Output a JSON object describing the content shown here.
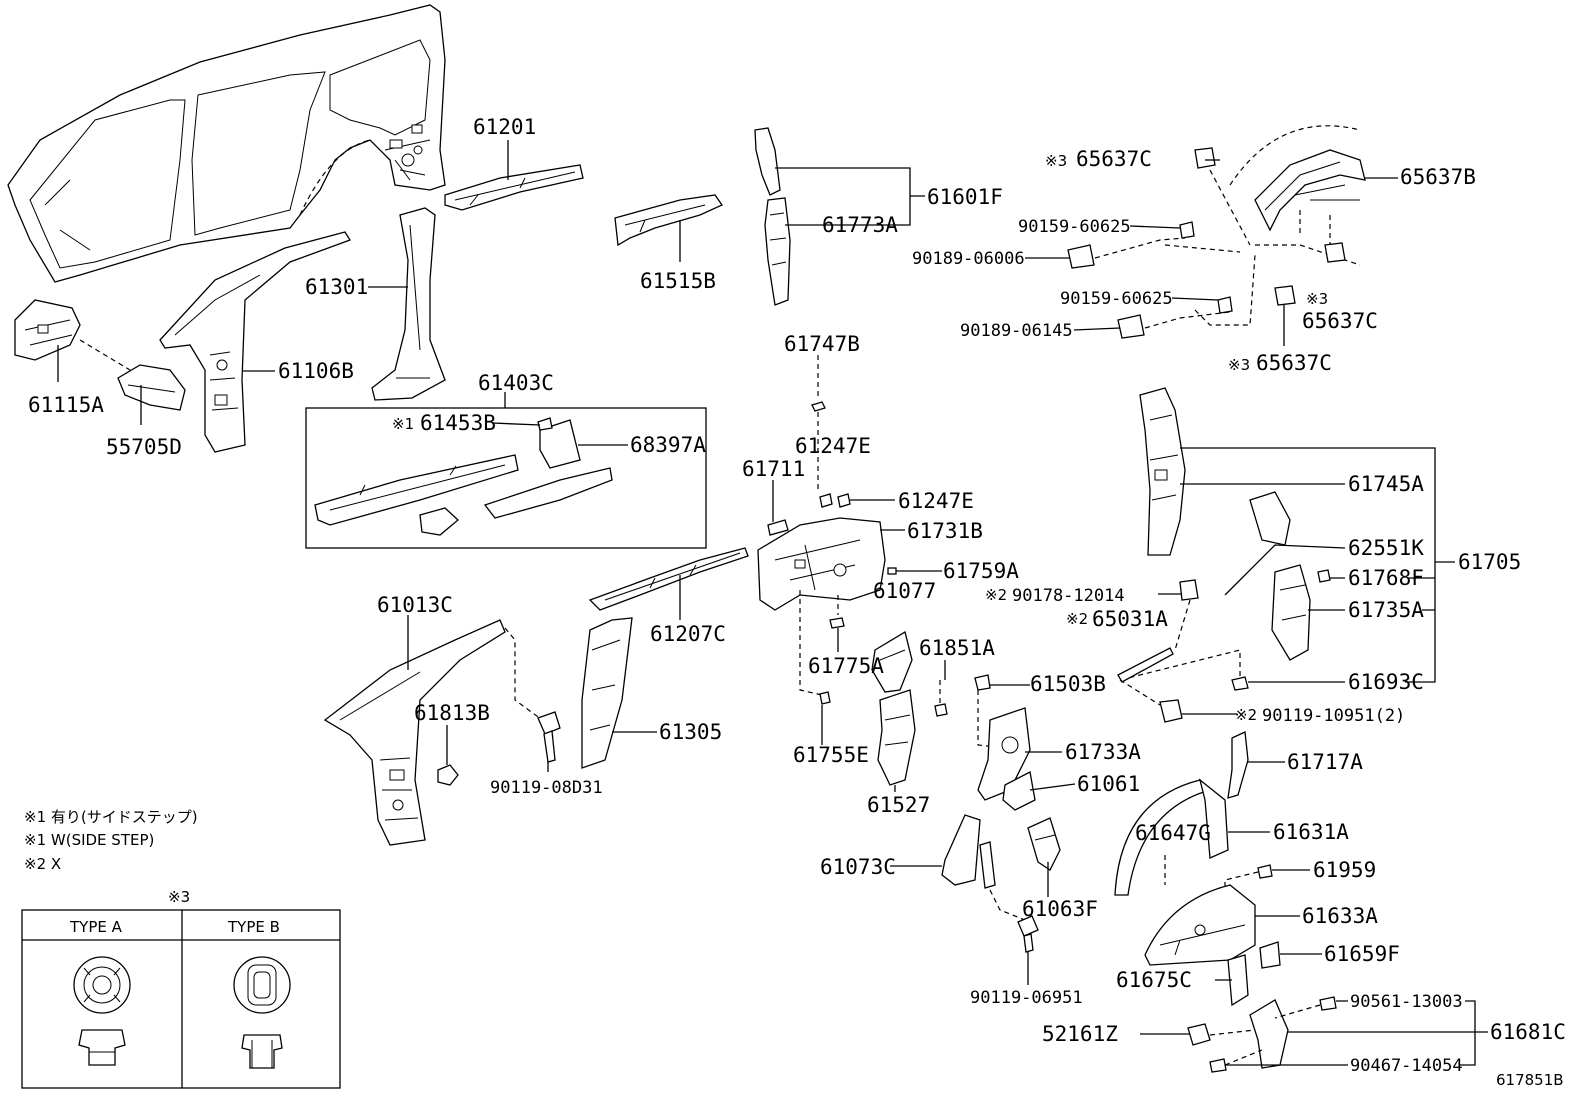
{
  "parts": {
    "p61201": "61201",
    "p61515B": "61515B",
    "p61601F": "61601F",
    "p61773A": "61773A",
    "p65637C_1": "65637C",
    "p65637B": "65637B",
    "p90159_60625_a": "90159-60625",
    "p90189_06006": "90189-06006",
    "p90159_60625_b": "90159-60625",
    "p65637C_2": "65637C",
    "p90189_06145": "90189-06145",
    "p65637C_3": "65637C",
    "p61301": "61301",
    "p61106B": "61106B",
    "p61115A": "61115A",
    "p55705D": "55705D",
    "p61403C": "61403C",
    "p61453B": "61453B",
    "p68397A": "68397A",
    "p61747B": "61747B",
    "p61247E_1": "61247E",
    "p61247E_2": "61247E",
    "p61711": "61711",
    "p61731B": "61731B",
    "p61759A": "61759A",
    "p61077": "61077",
    "p61745A": "61745A",
    "p62551K": "62551K",
    "p61705": "61705",
    "p61768F": "61768F",
    "p90178_12014": "90178-12014",
    "p65031A": "65031A",
    "p61735A": "61735A",
    "p61693C": "61693C",
    "p90119_10951": "90119-10951(2)",
    "p61013C": "61013C",
    "p61207C": "61207C",
    "p61775A": "61775A",
    "p61851A": "61851A",
    "p61503B": "61503B",
    "p61813B": "61813B",
    "p61305": "61305",
    "p61755E": "61755E",
    "p61733A": "61733A",
    "p61717A": "61717A",
    "p90119_08D31": "90119-08D31",
    "p61527": "61527",
    "p61061": "61061",
    "p61647G": "61647G",
    "p61631A": "61631A",
    "p61073C": "61073C",
    "p61959": "61959",
    "p61063F": "61063F",
    "p61633A": "61633A",
    "p61659F": "61659F",
    "p61675C": "61675C",
    "p90119_06951": "90119-06951",
    "p90561_13003": "90561-13003",
    "p61681C": "61681C",
    "p52161Z": "52161Z",
    "p90467_14054": "90467-14054"
  },
  "marks": {
    "m65637C_1": "※3",
    "m65637C_2": "※3",
    "m65637C_3": "※3",
    "m61453B": "※1",
    "m90178": "※2",
    "m65031A": "※2",
    "m90119_10951": "※2"
  },
  "notes": {
    "n1": "※1 有り(サイドステップ)",
    "n2": "※1 W(SIDE STEP)",
    "n3": "※2 X"
  },
  "type_table": {
    "header": "※3",
    "col_a": "TYPE A",
    "col_b": "TYPE B"
  },
  "diagram_id": "617851B"
}
